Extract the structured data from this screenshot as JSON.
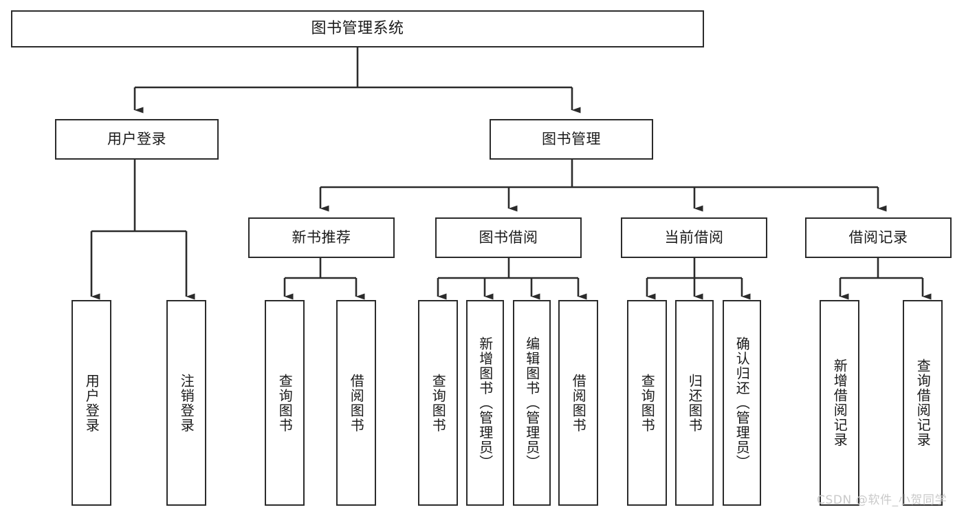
{
  "diagram": {
    "title": "图书管理系统",
    "type": "tree-hierarchy-chart",
    "orientation": "top-down",
    "colors": {
      "background": "#ffffff",
      "border": "#2b2b2b",
      "text": "#1a1a1a",
      "connector": "#2b2b2b",
      "watermark": "#c9c9c9"
    }
  },
  "watermark": {
    "text": "CSDN @软件_小贺同学"
  },
  "nodes": {
    "root": {
      "label": "图书管理系统"
    },
    "level2": [
      {
        "id": "user-login",
        "label": "用户登录"
      },
      {
        "id": "book-manage",
        "label": "图书管理"
      }
    ],
    "level3": [
      {
        "id": "new-book-recommend",
        "label": "新书推荐"
      },
      {
        "id": "book-borrow",
        "label": "图书借阅"
      },
      {
        "id": "current-borrow",
        "label": "当前借阅"
      },
      {
        "id": "borrow-record",
        "label": "借阅记录"
      }
    ],
    "leaves": {
      "user_login": [
        {
          "id": "leaf-user-login",
          "label": "用户登录"
        },
        {
          "id": "leaf-user-logout",
          "label": "注销登录"
        }
      ],
      "new_book_recommend": [
        {
          "id": "leaf-query-book-1",
          "label": "查询图书"
        },
        {
          "id": "leaf-borrow-book-1",
          "label": "借阅图书"
        }
      ],
      "book_borrow": [
        {
          "id": "leaf-query-book-2",
          "label": "查询图书"
        },
        {
          "id": "leaf-add-book",
          "label": "新增图书（管理员）"
        },
        {
          "id": "leaf-edit-book",
          "label": "编辑图书（管理员）"
        },
        {
          "id": "leaf-borrow-book-2",
          "label": "借阅图书"
        }
      ],
      "current_borrow": [
        {
          "id": "leaf-query-book-3",
          "label": "查询图书"
        },
        {
          "id": "leaf-return-book",
          "label": "归还图书"
        },
        {
          "id": "leaf-confirm-return",
          "label": "确认归还（管理员）"
        }
      ],
      "borrow_record": [
        {
          "id": "leaf-add-record",
          "label": "新增借阅记录"
        },
        {
          "id": "leaf-query-record",
          "label": "查询借阅记录"
        }
      ]
    }
  }
}
